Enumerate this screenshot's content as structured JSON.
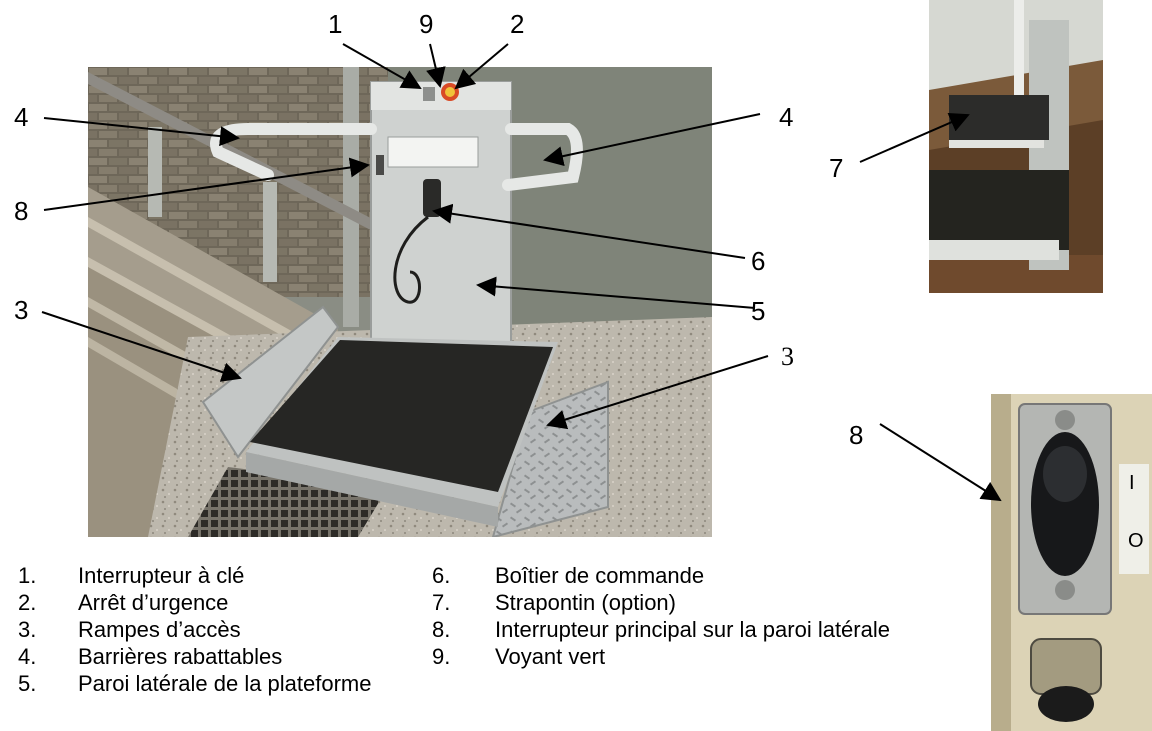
{
  "callouts": {
    "key_switch": "1",
    "green_light": "9",
    "emergency_stop": "2",
    "barrier_left": "4",
    "barrier_right": "4",
    "main_switch_left": "8",
    "control_box": "6",
    "side_wall": "5",
    "ramp_left": "3",
    "ramp_right": "3",
    "folding_seat": "7",
    "main_switch_detail": "8"
  },
  "switch_labels": {
    "on": "I",
    "off": "O"
  },
  "legend": {
    "left": [
      {
        "num": "1.",
        "text": "Interrupteur à clé"
      },
      {
        "num": "2.",
        "text": "Arrêt d’urgence"
      },
      {
        "num": "3.",
        "text": "Rampes d’accès"
      },
      {
        "num": "4.",
        "text": "Barrières rabattables"
      },
      {
        "num": "5.",
        "text": "Paroi latérale de la plateforme"
      }
    ],
    "right": [
      {
        "num": "6.",
        "text": "Boîtier de commande"
      },
      {
        "num": "7.",
        "text": "Strapontin (option)"
      },
      {
        "num": "8.",
        "text": "Interrupteur principal sur la paroi latérale"
      },
      {
        "num": "9.",
        "text": "Voyant vert"
      }
    ]
  }
}
